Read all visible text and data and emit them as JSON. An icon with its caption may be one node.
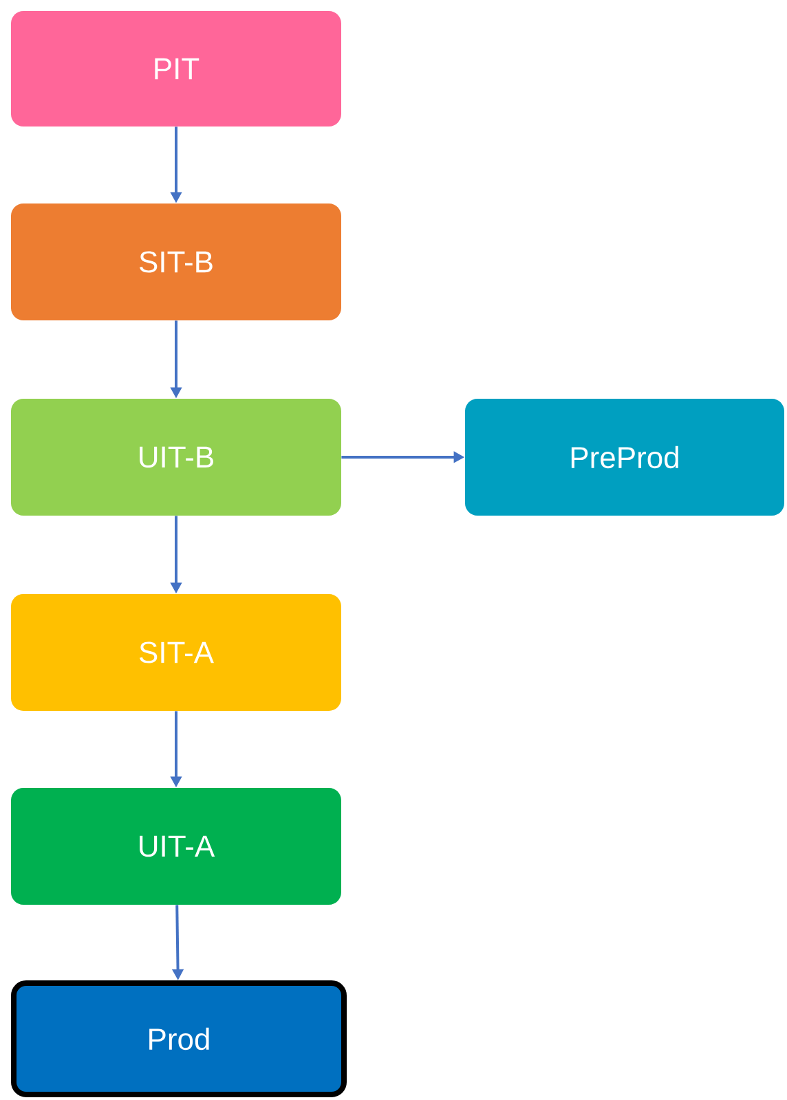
{
  "diagram": {
    "nodes": [
      {
        "text": [
          "PIT"
        ]
      },
      {
        "text": [
          "SIT-B"
        ]
      },
      {
        "text": [
          "UIT-B"
        ]
      },
      {
        "text": [
          "PreProd"
        ]
      },
      {
        "text": [
          "SIT-A"
        ]
      },
      {
        "text": [
          "UIT-A"
        ]
      },
      {
        "text": [
          "Prod"
        ]
      }
    ],
    "edges": [
      {
        "from": 0,
        "to": 1,
        "arrow": "to"
      },
      {
        "from": 1,
        "to": 2,
        "arrow": "to"
      },
      {
        "from": 2,
        "to": 3,
        "arrow": "to"
      },
      {
        "from": 2,
        "to": 4,
        "arrow": "to"
      },
      {
        "from": 4,
        "to": 5,
        "arrow": "to"
      },
      {
        "from": 5,
        "to": 6,
        "arrow": "to"
      }
    ]
  }
}
